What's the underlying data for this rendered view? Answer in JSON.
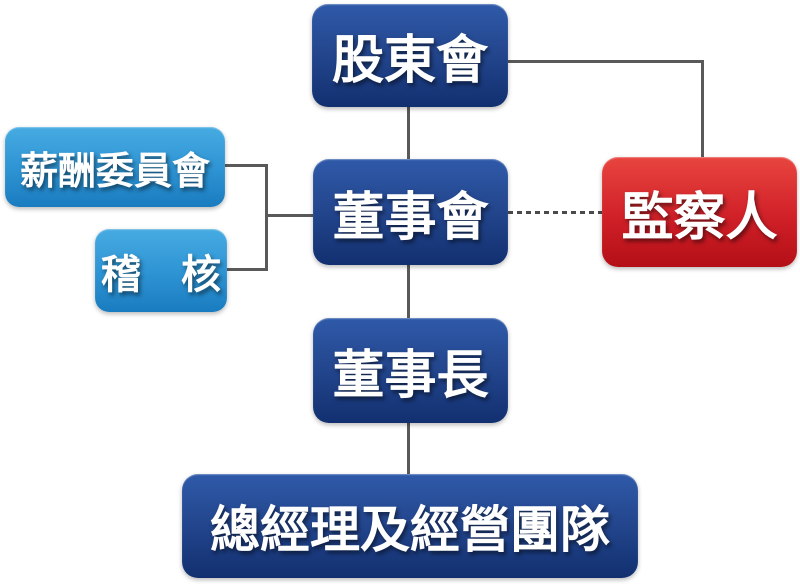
{
  "diagram": {
    "title": "corporate-governance-org-chart",
    "nodes": {
      "shareholders": {
        "label": "股東會"
      },
      "compensation": {
        "label": "薪酬委員會"
      },
      "audit": {
        "label": "稽　核"
      },
      "board": {
        "label": "董事會"
      },
      "supervisor": {
        "label": "監察人"
      },
      "chairman": {
        "label": "董事長"
      },
      "gm_team": {
        "label": "總經理及經營團隊"
      }
    },
    "edges": [
      {
        "from": "shareholders",
        "to": "board",
        "style": "solid"
      },
      {
        "from": "shareholders",
        "to": "supervisor",
        "style": "solid"
      },
      {
        "from": "compensation",
        "to": "board",
        "style": "solid"
      },
      {
        "from": "audit",
        "to": "board",
        "style": "solid"
      },
      {
        "from": "board",
        "to": "supervisor",
        "style": "dotted"
      },
      {
        "from": "board",
        "to": "chairman",
        "style": "solid"
      },
      {
        "from": "chairman",
        "to": "gm_team",
        "style": "solid"
      }
    ],
    "colors": {
      "dark_blue_top": "#2f5aa9",
      "dark_blue_bottom": "#123070",
      "light_blue_top": "#47abe2",
      "light_blue_bottom": "#1a7cc0",
      "red_top": "#e8453f",
      "red_bottom": "#b40f17",
      "line": "#595959",
      "dotted_line": "#4a4a4a",
      "text": "#ffffff",
      "background": "#ffffff"
    }
  }
}
